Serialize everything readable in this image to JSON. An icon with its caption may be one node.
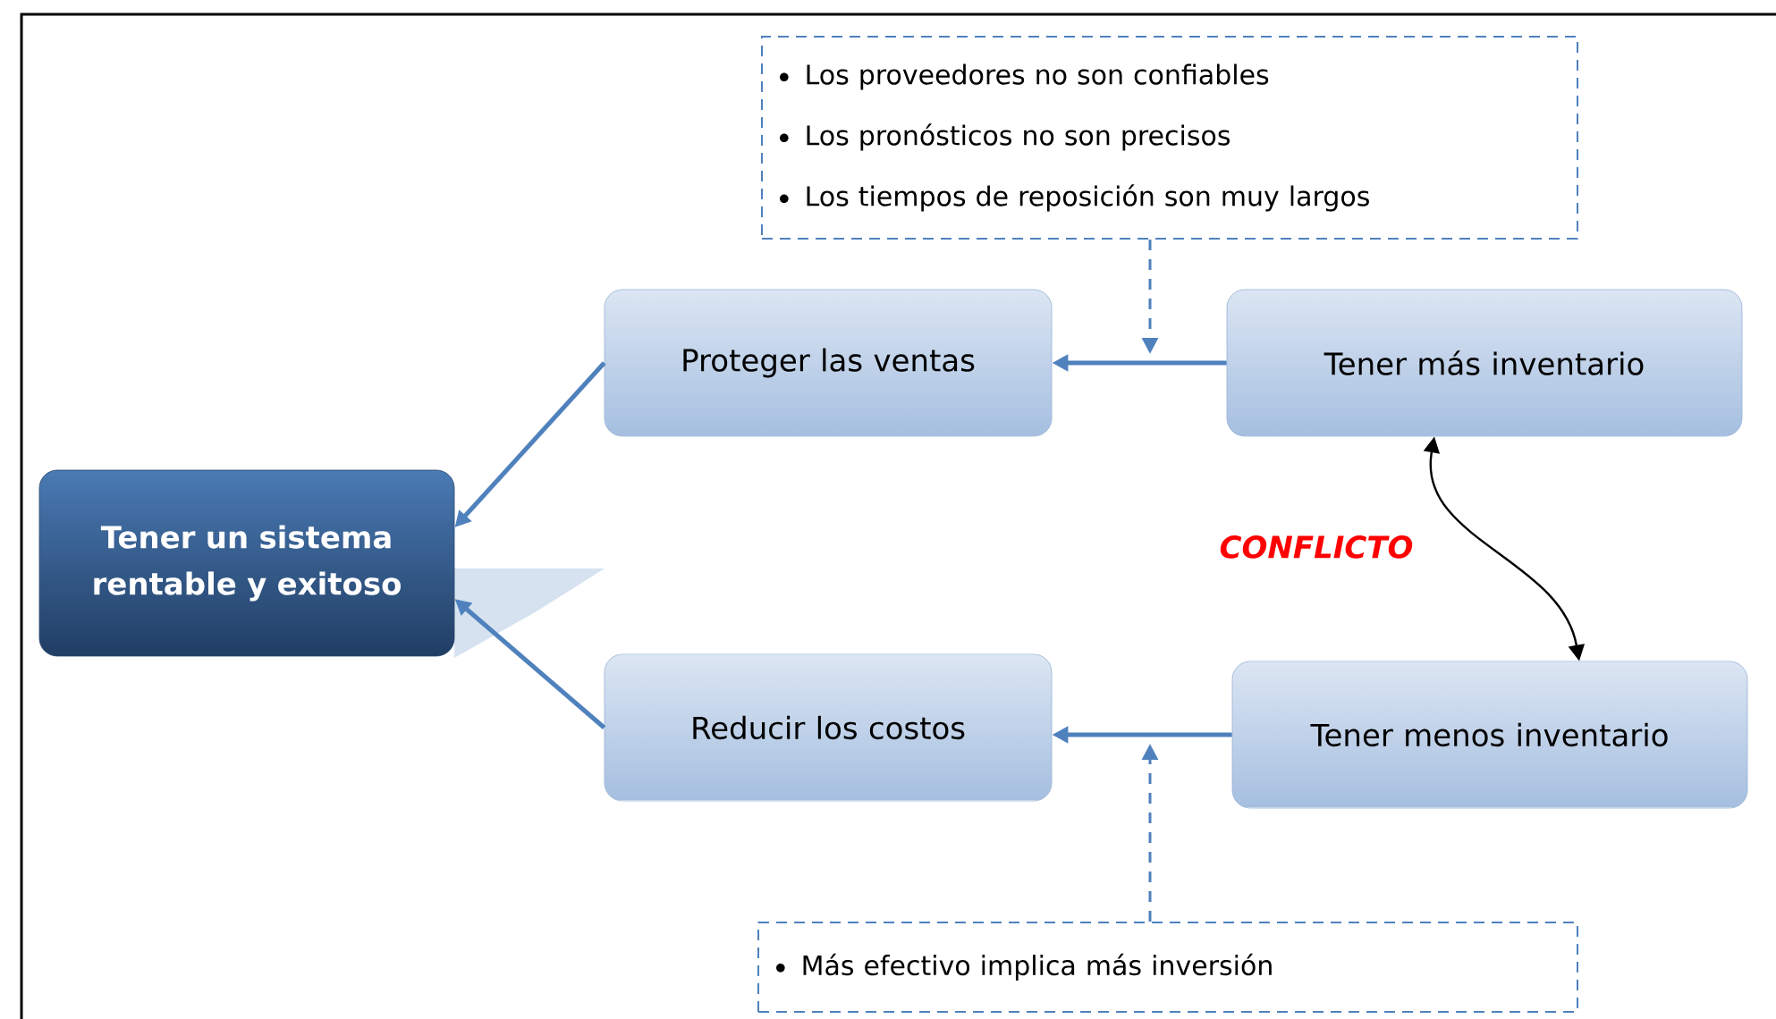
{
  "diagram": {
    "nodes": [
      {
        "text": [
          "Tener un sistema rentable y exitoso"
        ]
      },
      {
        "text": [
          "Proteger las ventas"
        ]
      },
      {
        "text": [
          "Reducir los costos"
        ]
      },
      {
        "text": [
          "Tener más inventario"
        ]
      },
      {
        "text": [
          "Tener menos inventario"
        ]
      },
      {
        "text": [
          "Los proveedores no son confiables",
          "Los pronósticos no son precisos",
          "Los tiempos de reposición son muy largos"
        ]
      },
      {
        "text": [
          "Más efectivo implica más inversión"
        ]
      }
    ],
    "edges": [
      {
        "from": 1,
        "to": 0,
        "arrow": "to"
      },
      {
        "from": 2,
        "to": 0,
        "arrow": "to"
      },
      {
        "from": 3,
        "to": 1,
        "arrow": "to"
      },
      {
        "from": 4,
        "to": 2,
        "arrow": "to"
      },
      {
        "from": 3,
        "to": 4,
        "arrow": "both",
        "color": "#000000"
      },
      {
        "from": 5,
        "to": null,
        "arrow": "to",
        "style": "dashed"
      },
      {
        "from": 6,
        "to": null,
        "arrow": "to",
        "style": "dashed"
      }
    ],
    "labels": [
      "CONFLICTO"
    ]
  }
}
